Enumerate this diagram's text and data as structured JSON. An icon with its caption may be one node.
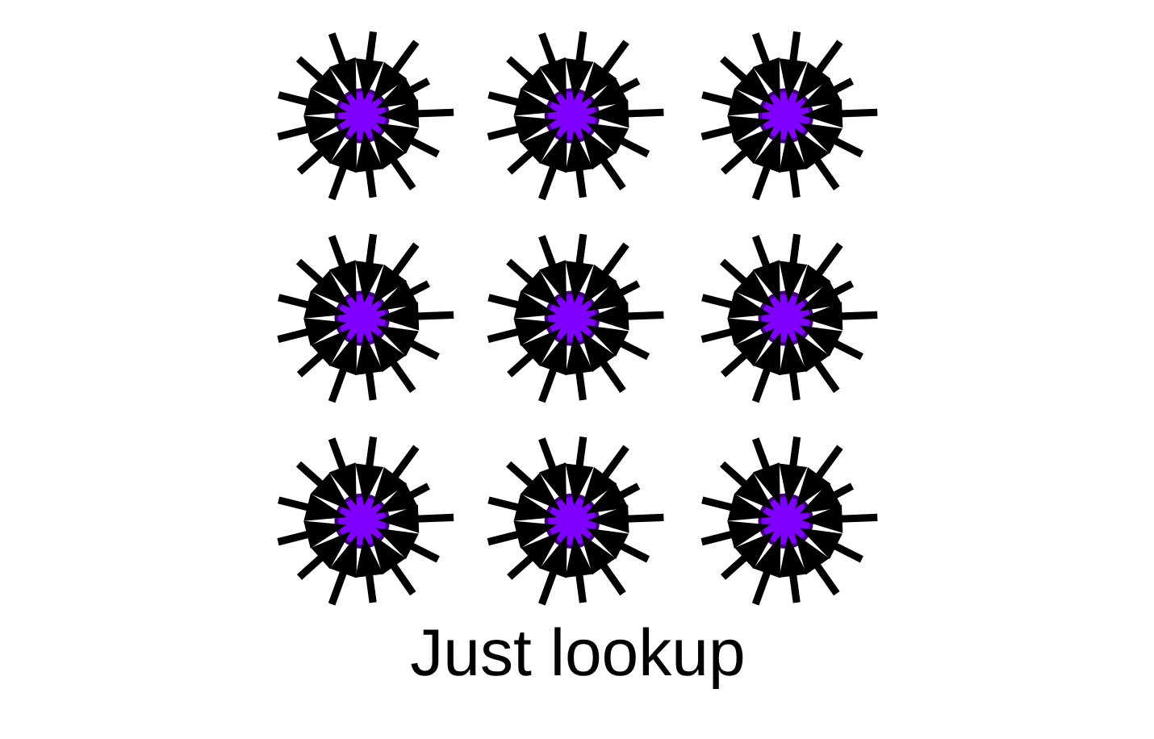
{
  "diagram": {
    "caption": "Just lookup",
    "nodes": [
      {
        "text": [],
        "shape": "circle"
      },
      {
        "text": [],
        "shape": "circle"
      },
      {
        "text": [],
        "shape": "circle"
      },
      {
        "text": [],
        "shape": "circle"
      },
      {
        "text": [],
        "shape": "circle"
      },
      {
        "text": [],
        "shape": "circle"
      },
      {
        "text": [],
        "shape": "circle"
      },
      {
        "text": [],
        "shape": "circle"
      },
      {
        "text": [],
        "shape": "circle"
      }
    ],
    "edges": [
      {
        "from": null,
        "to": 0,
        "arrow": "to"
      },
      {
        "from": null,
        "to": 0,
        "arrow": "to"
      },
      {
        "from": null,
        "to": 0,
        "arrow": "to"
      },
      {
        "from": null,
        "to": 0,
        "arrow": "to"
      },
      {
        "from": null,
        "to": 0,
        "arrow": "to"
      },
      {
        "from": null,
        "to": 0,
        "arrow": "to"
      },
      {
        "from": null,
        "to": 0,
        "arrow": "to"
      },
      {
        "from": null,
        "to": 0,
        "arrow": "to"
      },
      {
        "from": null,
        "to": 0,
        "arrow": "to"
      },
      {
        "from": null,
        "to": 0,
        "arrow": "to"
      },
      {
        "from": null,
        "to": 0,
        "arrow": "to"
      },
      {
        "from": null,
        "to": 0,
        "arrow": "to"
      },
      {
        "from": null,
        "to": 0,
        "arrow": "to"
      },
      {
        "from": null,
        "to": 1,
        "arrow": "to"
      },
      {
        "from": null,
        "to": 1,
        "arrow": "to"
      },
      {
        "from": null,
        "to": 1,
        "arrow": "to"
      },
      {
        "from": null,
        "to": 1,
        "arrow": "to"
      },
      {
        "from": null,
        "to": 1,
        "arrow": "to"
      },
      {
        "from": null,
        "to": 1,
        "arrow": "to"
      },
      {
        "from": null,
        "to": 1,
        "arrow": "to"
      },
      {
        "from": null,
        "to": 1,
        "arrow": "to"
      },
      {
        "from": null,
        "to": 1,
        "arrow": "to"
      },
      {
        "from": null,
        "to": 1,
        "arrow": "to"
      },
      {
        "from": null,
        "to": 1,
        "arrow": "to"
      },
      {
        "from": null,
        "to": 1,
        "arrow": "to"
      },
      {
        "from": null,
        "to": 1,
        "arrow": "to"
      },
      {
        "from": null,
        "to": 2,
        "arrow": "to"
      },
      {
        "from": null,
        "to": 2,
        "arrow": "to"
      },
      {
        "from": null,
        "to": 2,
        "arrow": "to"
      },
      {
        "from": null,
        "to": 2,
        "arrow": "to"
      },
      {
        "from": null,
        "to": 2,
        "arrow": "to"
      },
      {
        "from": null,
        "to": 2,
        "arrow": "to"
      },
      {
        "from": null,
        "to": 2,
        "arrow": "to"
      },
      {
        "from": null,
        "to": 2,
        "arrow": "to"
      },
      {
        "from": null,
        "to": 2,
        "arrow": "to"
      },
      {
        "from": null,
        "to": 2,
        "arrow": "to"
      },
      {
        "from": null,
        "to": 2,
        "arrow": "to"
      },
      {
        "from": null,
        "to": 2,
        "arrow": "to"
      },
      {
        "from": null,
        "to": 2,
        "arrow": "to"
      },
      {
        "from": null,
        "to": 3,
        "arrow": "to"
      },
      {
        "from": null,
        "to": 3,
        "arrow": "to"
      },
      {
        "from": null,
        "to": 3,
        "arrow": "to"
      },
      {
        "from": null,
        "to": 3,
        "arrow": "to"
      },
      {
        "from": null,
        "to": 3,
        "arrow": "to"
      },
      {
        "from": null,
        "to": 3,
        "arrow": "to"
      },
      {
        "from": null,
        "to": 3,
        "arrow": "to"
      },
      {
        "from": null,
        "to": 3,
        "arrow": "to"
      },
      {
        "from": null,
        "to": 3,
        "arrow": "to"
      },
      {
        "from": null,
        "to": 3,
        "arrow": "to"
      },
      {
        "from": null,
        "to": 3,
        "arrow": "to"
      },
      {
        "from": null,
        "to": 3,
        "arrow": "to"
      },
      {
        "from": null,
        "to": 3,
        "arrow": "to"
      },
      {
        "from": null,
        "to": 4,
        "arrow": "to"
      },
      {
        "from": null,
        "to": 4,
        "arrow": "to"
      },
      {
        "from": null,
        "to": 4,
        "arrow": "to"
      },
      {
        "from": null,
        "to": 4,
        "arrow": "to"
      },
      {
        "from": null,
        "to": 4,
        "arrow": "to"
      },
      {
        "from": null,
        "to": 4,
        "arrow": "to"
      },
      {
        "from": null,
        "to": 4,
        "arrow": "to"
      },
      {
        "from": null,
        "to": 4,
        "arrow": "to"
      },
      {
        "from": null,
        "to": 4,
        "arrow": "to"
      },
      {
        "from": null,
        "to": 4,
        "arrow": "to"
      },
      {
        "from": null,
        "to": 4,
        "arrow": "to"
      },
      {
        "from": null,
        "to": 4,
        "arrow": "to"
      },
      {
        "from": null,
        "to": 4,
        "arrow": "to"
      },
      {
        "from": null,
        "to": 5,
        "arrow": "to"
      },
      {
        "from": null,
        "to": 5,
        "arrow": "to"
      },
      {
        "from": null,
        "to": 5,
        "arrow": "to"
      },
      {
        "from": null,
        "to": 5,
        "arrow": "to"
      },
      {
        "from": null,
        "to": 5,
        "arrow": "to"
      },
      {
        "from": null,
        "to": 5,
        "arrow": "to"
      },
      {
        "from": null,
        "to": 5,
        "arrow": "to"
      },
      {
        "from": null,
        "to": 5,
        "arrow": "to"
      },
      {
        "from": null,
        "to": 5,
        "arrow": "to"
      },
      {
        "from": null,
        "to": 5,
        "arrow": "to"
      },
      {
        "from": null,
        "to": 5,
        "arrow": "to"
      },
      {
        "from": null,
        "to": 5,
        "arrow": "to"
      },
      {
        "from": null,
        "to": 5,
        "arrow": "to"
      },
      {
        "from": null,
        "to": 6,
        "arrow": "to"
      },
      {
        "from": null,
        "to": 6,
        "arrow": "to"
      },
      {
        "from": null,
        "to": 6,
        "arrow": "to"
      },
      {
        "from": null,
        "to": 6,
        "arrow": "to"
      },
      {
        "from": null,
        "to": 6,
        "arrow": "to"
      },
      {
        "from": null,
        "to": 6,
        "arrow": "to"
      },
      {
        "from": null,
        "to": 6,
        "arrow": "to"
      },
      {
        "from": null,
        "to": 6,
        "arrow": "to"
      },
      {
        "from": null,
        "to": 6,
        "arrow": "to"
      },
      {
        "from": null,
        "to": 6,
        "arrow": "to"
      },
      {
        "from": null,
        "to": 6,
        "arrow": "to"
      },
      {
        "from": null,
        "to": 6,
        "arrow": "to"
      },
      {
        "from": null,
        "to": 6,
        "arrow": "to"
      },
      {
        "from": null,
        "to": 7,
        "arrow": "to"
      },
      {
        "from": null,
        "to": 7,
        "arrow": "to"
      },
      {
        "from": null,
        "to": 7,
        "arrow": "to"
      },
      {
        "from": null,
        "to": 7,
        "arrow": "to"
      },
      {
        "from": null,
        "to": 7,
        "arrow": "to"
      },
      {
        "from": null,
        "to": 7,
        "arrow": "to"
      },
      {
        "from": null,
        "to": 7,
        "arrow": "to"
      },
      {
        "from": null,
        "to": 7,
        "arrow": "to"
      },
      {
        "from": null,
        "to": 7,
        "arrow": "to"
      },
      {
        "from": null,
        "to": 7,
        "arrow": "to"
      },
      {
        "from": null,
        "to": 7,
        "arrow": "to"
      },
      {
        "from": null,
        "to": 7,
        "arrow": "to"
      },
      {
        "from": null,
        "to": 7,
        "arrow": "to"
      },
      {
        "from": null,
        "to": 8,
        "arrow": "to"
      },
      {
        "from": null,
        "to": 8,
        "arrow": "to"
      },
      {
        "from": null,
        "to": 8,
        "arrow": "to"
      },
      {
        "from": null,
        "to": 8,
        "arrow": "to"
      },
      {
        "from": null,
        "to": 8,
        "arrow": "to"
      },
      {
        "from": null,
        "to": 8,
        "arrow": "to"
      },
      {
        "from": null,
        "to": 8,
        "arrow": "to"
      },
      {
        "from": null,
        "to": 8,
        "arrow": "to"
      },
      {
        "from": null,
        "to": 8,
        "arrow": "to"
      },
      {
        "from": null,
        "to": 8,
        "arrow": "to"
      },
      {
        "from": null,
        "to": 8,
        "arrow": "to"
      },
      {
        "from": null,
        "to": 8,
        "arrow": "to"
      },
      {
        "from": null,
        "to": 8,
        "arrow": "to"
      }
    ]
  }
}
